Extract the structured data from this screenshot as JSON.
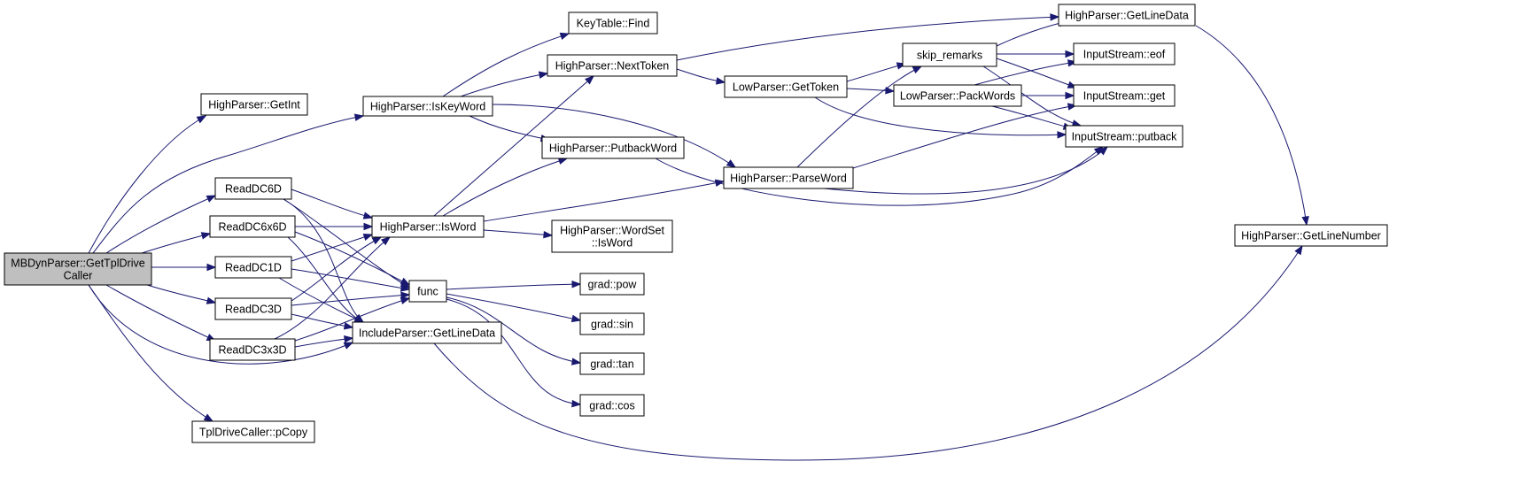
{
  "graph": {
    "colors": {
      "edge": "#191970",
      "root_fill": "#bfbfbf",
      "node_fill": "#ffffff",
      "node_border": "#000000"
    },
    "nodes": [
      {
        "id": "root",
        "label": "MBDynParser::GetTplDrive\nCaller"
      },
      {
        "id": "getint",
        "label": "HighParser::GetInt"
      },
      {
        "id": "iskeyword",
        "label": "HighParser::IsKeyWord"
      },
      {
        "id": "readdc6d",
        "label": "ReadDC6D"
      },
      {
        "id": "readdc6x6d",
        "label": "ReadDC6x6D"
      },
      {
        "id": "readdc1d",
        "label": "ReadDC1D"
      },
      {
        "id": "readdc3d",
        "label": "ReadDC3D"
      },
      {
        "id": "readdc3x3d",
        "label": "ReadDC3x3D"
      },
      {
        "id": "pcopy",
        "label": "TplDriveCaller::pCopy"
      },
      {
        "id": "keyfind",
        "label": "KeyTable::Find"
      },
      {
        "id": "nexttoken",
        "label": "HighParser::NextToken"
      },
      {
        "id": "putbackword",
        "label": "HighParser::PutbackWord"
      },
      {
        "id": "isword",
        "label": "HighParser::IsWord"
      },
      {
        "id": "func",
        "label": "func"
      },
      {
        "id": "incgetline",
        "label": "IncludeParser::GetLineData"
      },
      {
        "id": "wordset",
        "label": "HighParser::WordSet\n::IsWord"
      },
      {
        "id": "pow",
        "label": "grad::pow"
      },
      {
        "id": "sin",
        "label": "grad::sin"
      },
      {
        "id": "tan",
        "label": "grad::tan"
      },
      {
        "id": "cos",
        "label": "grad::cos"
      },
      {
        "id": "gettoken",
        "label": "LowParser::GetToken"
      },
      {
        "id": "parseword",
        "label": "HighParser::ParseWord"
      },
      {
        "id": "skipremarks",
        "label": "skip_remarks"
      },
      {
        "id": "packwords",
        "label": "LowParser::PackWords"
      },
      {
        "id": "hpgetline",
        "label": "HighParser::GetLineData"
      },
      {
        "id": "eof",
        "label": "InputStream::eof"
      },
      {
        "id": "get",
        "label": "InputStream::get"
      },
      {
        "id": "putback",
        "label": "InputStream::putback"
      },
      {
        "id": "getlinenumber",
        "label": "HighParser::GetLineNumber"
      }
    ],
    "edges": [
      [
        "root",
        "getint"
      ],
      [
        "root",
        "iskeyword"
      ],
      [
        "root",
        "readdc6d"
      ],
      [
        "root",
        "readdc6x6d"
      ],
      [
        "root",
        "readdc1d"
      ],
      [
        "root",
        "readdc3d"
      ],
      [
        "root",
        "readdc3x3d"
      ],
      [
        "root",
        "incgetline"
      ],
      [
        "root",
        "pcopy"
      ],
      [
        "iskeyword",
        "keyfind"
      ],
      [
        "iskeyword",
        "nexttoken"
      ],
      [
        "iskeyword",
        "putbackword"
      ],
      [
        "iskeyword",
        "parseword"
      ],
      [
        "readdc6d",
        "isword"
      ],
      [
        "readdc6d",
        "func"
      ],
      [
        "readdc6d",
        "incgetline"
      ],
      [
        "readdc6x6d",
        "isword"
      ],
      [
        "readdc6x6d",
        "func"
      ],
      [
        "readdc6x6d",
        "incgetline"
      ],
      [
        "readdc1d",
        "isword"
      ],
      [
        "readdc1d",
        "func"
      ],
      [
        "readdc1d",
        "incgetline"
      ],
      [
        "readdc3d",
        "isword"
      ],
      [
        "readdc3d",
        "func"
      ],
      [
        "readdc3d",
        "incgetline"
      ],
      [
        "readdc3x3d",
        "isword"
      ],
      [
        "readdc3x3d",
        "func"
      ],
      [
        "readdc3x3d",
        "incgetline"
      ],
      [
        "isword",
        "nexttoken"
      ],
      [
        "isword",
        "putbackword"
      ],
      [
        "isword",
        "parseword"
      ],
      [
        "isword",
        "wordset"
      ],
      [
        "func",
        "pow"
      ],
      [
        "func",
        "sin"
      ],
      [
        "func",
        "tan"
      ],
      [
        "func",
        "cos"
      ],
      [
        "incgetline",
        "getlinenumber"
      ],
      [
        "nexttoken",
        "hpgetline"
      ],
      [
        "nexttoken",
        "gettoken"
      ],
      [
        "putbackword",
        "putback"
      ],
      [
        "gettoken",
        "skipremarks"
      ],
      [
        "gettoken",
        "packwords"
      ],
      [
        "gettoken",
        "putback"
      ],
      [
        "parseword",
        "skipremarks"
      ],
      [
        "parseword",
        "get"
      ],
      [
        "parseword",
        "putback"
      ],
      [
        "skipremarks",
        "hpgetline"
      ],
      [
        "skipremarks",
        "eof"
      ],
      [
        "skipremarks",
        "get"
      ],
      [
        "skipremarks",
        "putback"
      ],
      [
        "packwords",
        "eof"
      ],
      [
        "packwords",
        "get"
      ],
      [
        "packwords",
        "putback"
      ],
      [
        "hpgetline",
        "getlinenumber"
      ]
    ]
  }
}
